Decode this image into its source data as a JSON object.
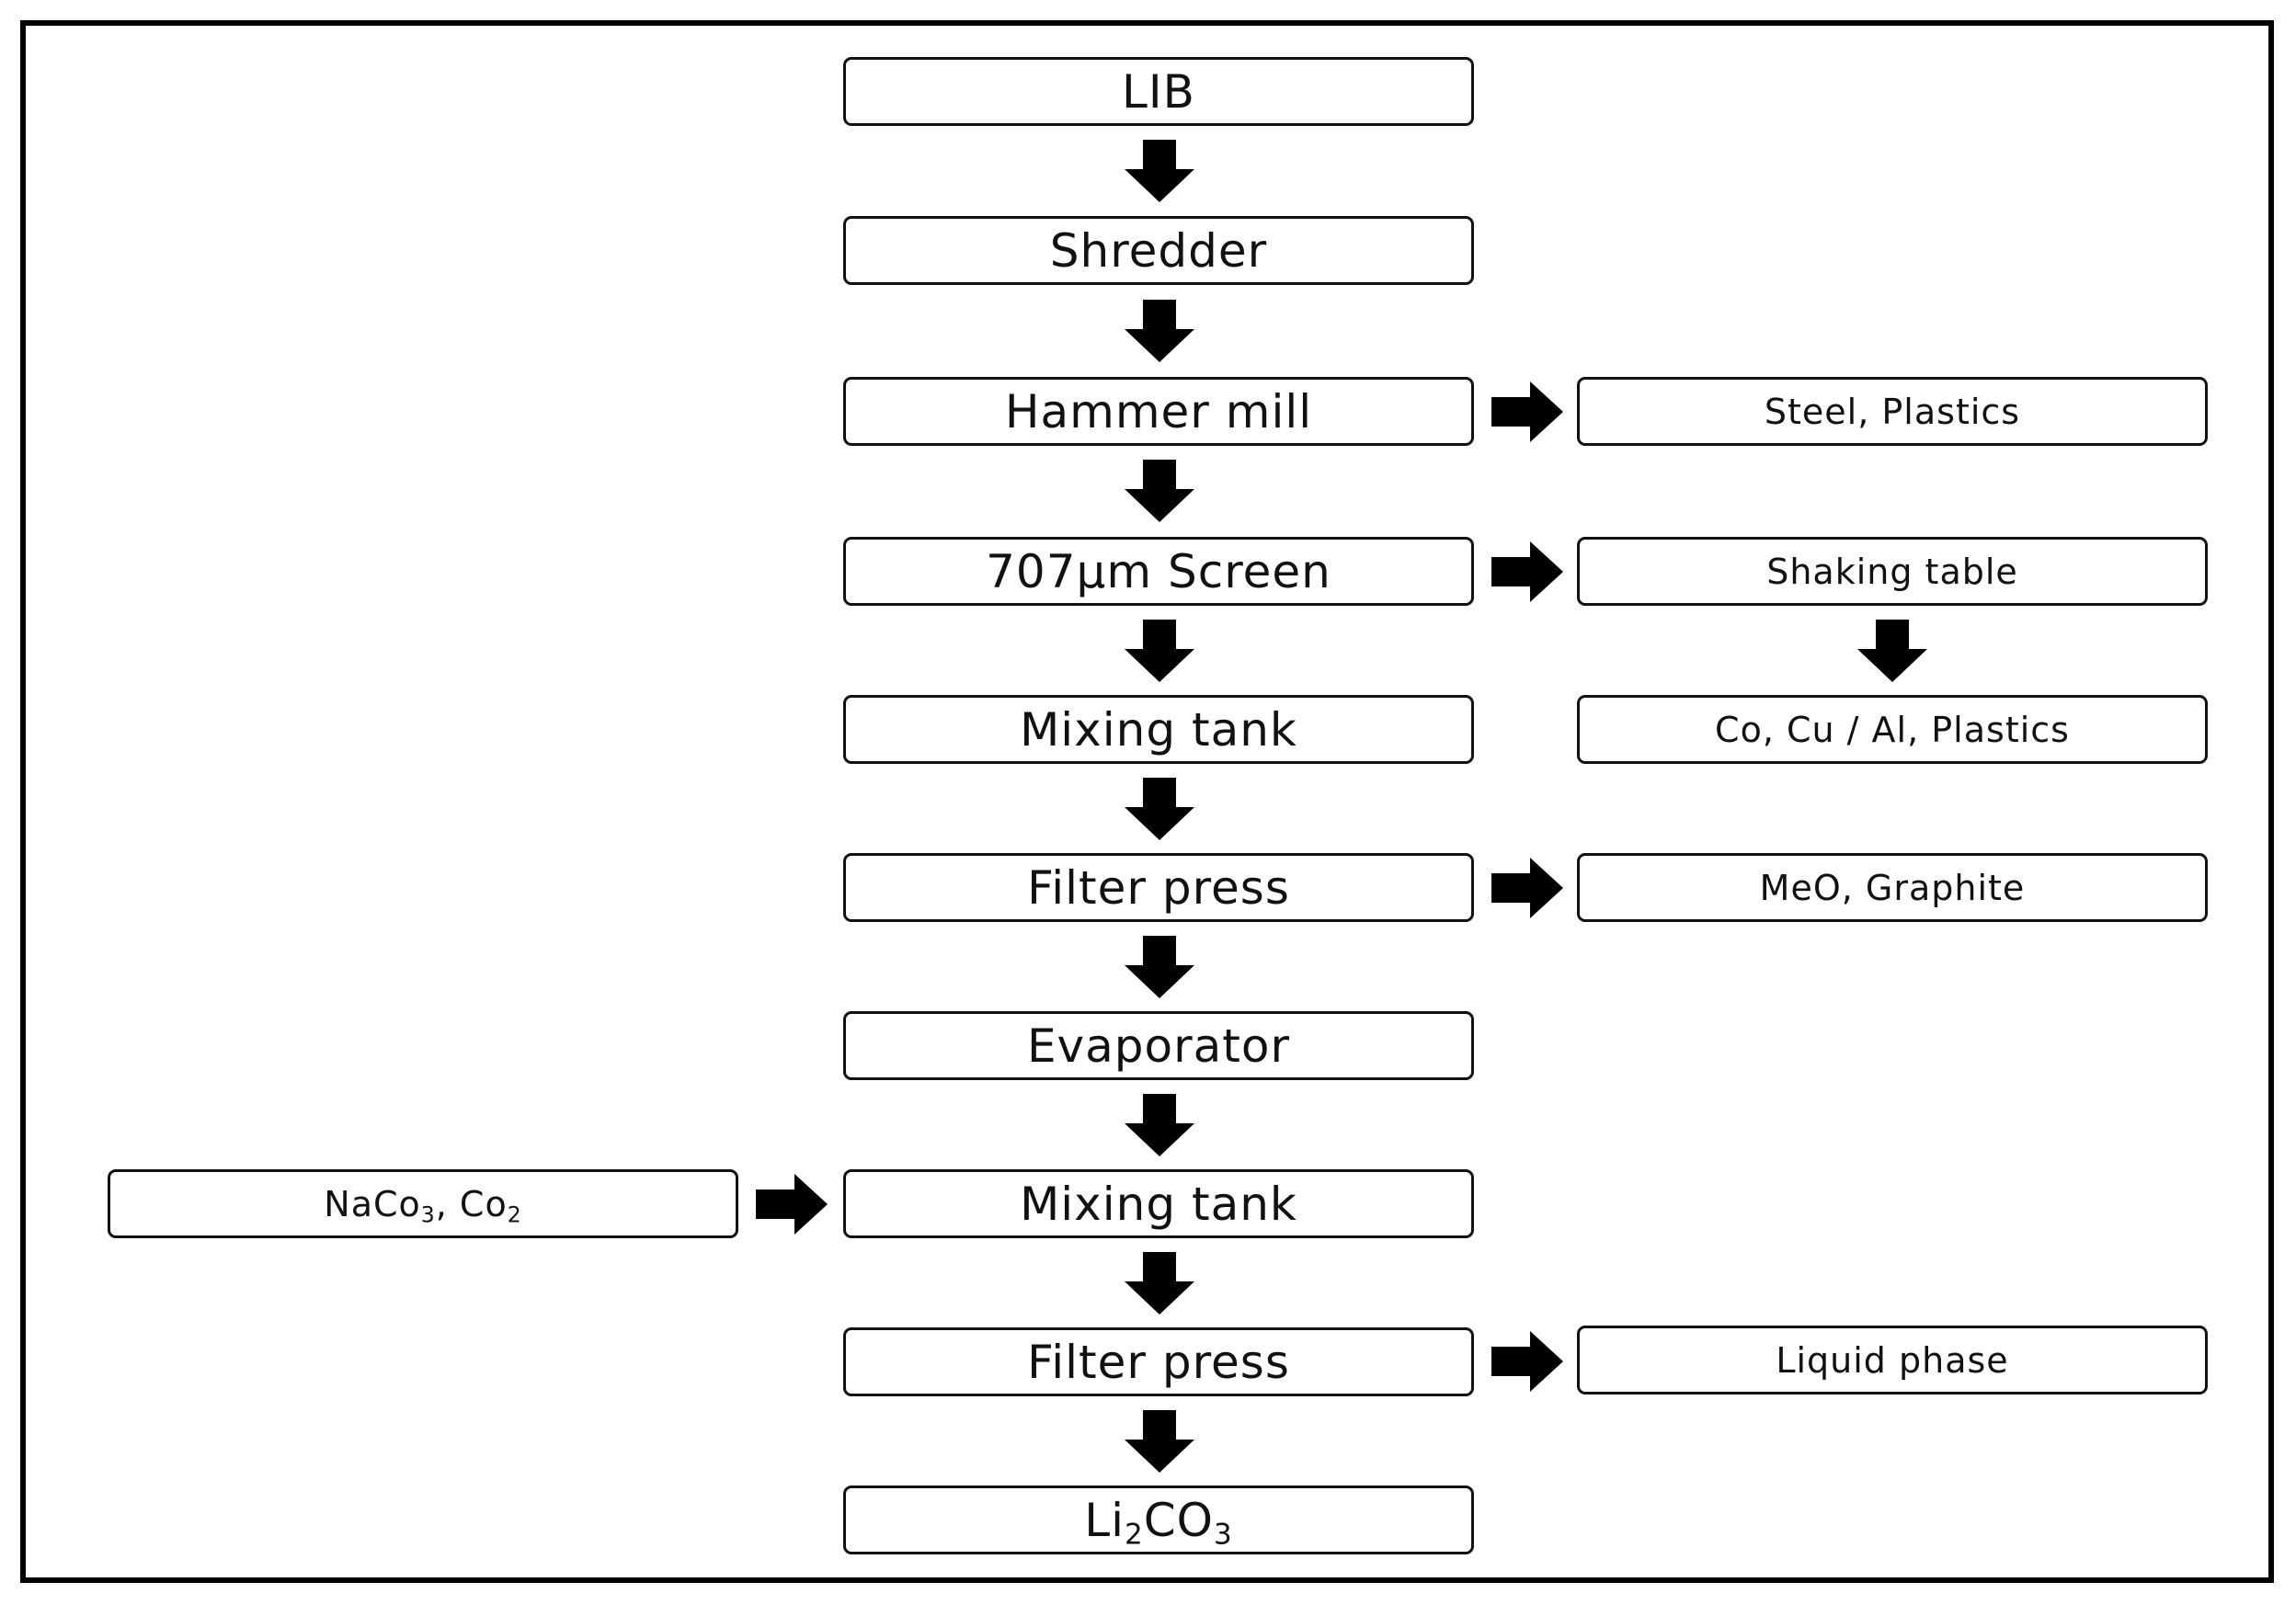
{
  "diagram": {
    "main_steps": [
      {
        "label": "LIB"
      },
      {
        "label": "Shredder"
      },
      {
        "label": "Hammer mill"
      },
      {
        "label": "707µm Screen"
      },
      {
        "label": "Mixing tank"
      },
      {
        "label": "Filter press"
      },
      {
        "label": "Evaporator"
      },
      {
        "label": "Mixing tank"
      },
      {
        "label": "Filter press"
      },
      {
        "label_main": "Li",
        "sub1": "2",
        "label_mid": "CO",
        "sub2": "3"
      }
    ],
    "side_outputs": [
      {
        "label": "Steel, Plastics"
      },
      {
        "label": "Shaking table"
      },
      {
        "label": "Co, Cu / Al, Plastics"
      },
      {
        "label": "MeO, Graphite"
      },
      {
        "label": "Liquid phase"
      }
    ],
    "side_input": {
      "part1": "NaCo",
      "sub1": "3",
      "part2": ", Co",
      "sub2": "2"
    }
  }
}
